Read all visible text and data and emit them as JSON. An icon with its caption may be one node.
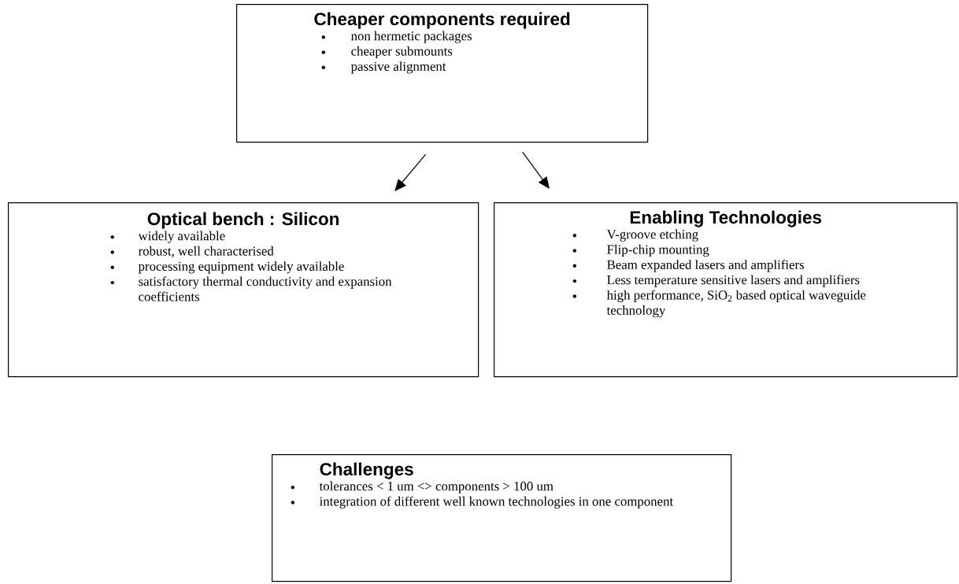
{
  "diagram": {
    "nodes": [
      {
        "text": [
          "Cheaper components required",
          "non hermetic packages",
          "cheaper submounts",
          "passive alignment"
        ]
      },
      {
        "text": [
          "Optical bench : Silicon",
          "widely available",
          "robust, well characterised",
          "processing equipment widely available",
          "satisfactory thermal conductivity and expansion coefficients"
        ]
      },
      {
        "text": [
          "Enabling Technologies",
          "V-groove etching",
          "Flip-chip mounting",
          "Beam expanded lasers and amplifiers",
          "Less temperature sensitive lasers and amplifiers",
          "high performance, SiO$_{2}$ based optical waveguide technology"
        ]
      },
      {
        "text": [
          "Challenges",
          "tolerances < 1 um <> components > 100 um",
          "integration of different well known technologies in one component"
        ]
      }
    ],
    "edges": [
      {
        "from": 0,
        "to": 1,
        "arrow": "to"
      },
      {
        "from": 0,
        "to": 2,
        "arrow": "to"
      }
    ]
  }
}
